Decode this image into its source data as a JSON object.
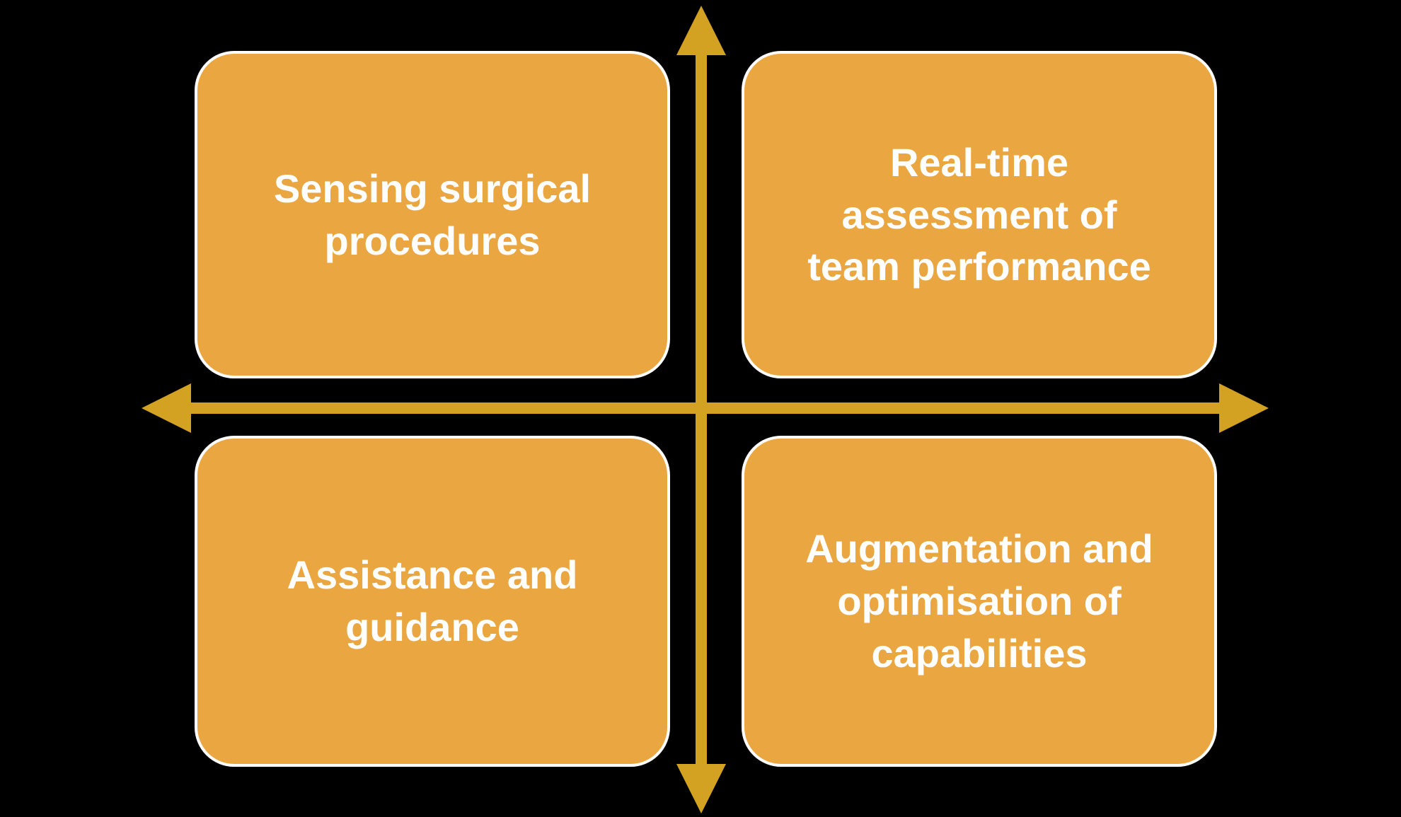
{
  "diagram": {
    "title": "Quadrant diagram",
    "quadrants": [
      {
        "id": "top-left",
        "label": "Sensing surgical\nprocedures"
      },
      {
        "id": "top-right",
        "label": "Real-time\nassessment of\nteam performance"
      },
      {
        "id": "bottom-left",
        "label": "Assistance and\nguidance"
      },
      {
        "id": "bottom-right",
        "label": "Augmentation and\noptimisation of\ncapabilities"
      }
    ]
  },
  "colors": {
    "background": "#000000",
    "box-fill": "#EAA640",
    "box-border": "#FFFFFF",
    "arrow": "#D4A222",
    "text": "#FFFFFF"
  }
}
